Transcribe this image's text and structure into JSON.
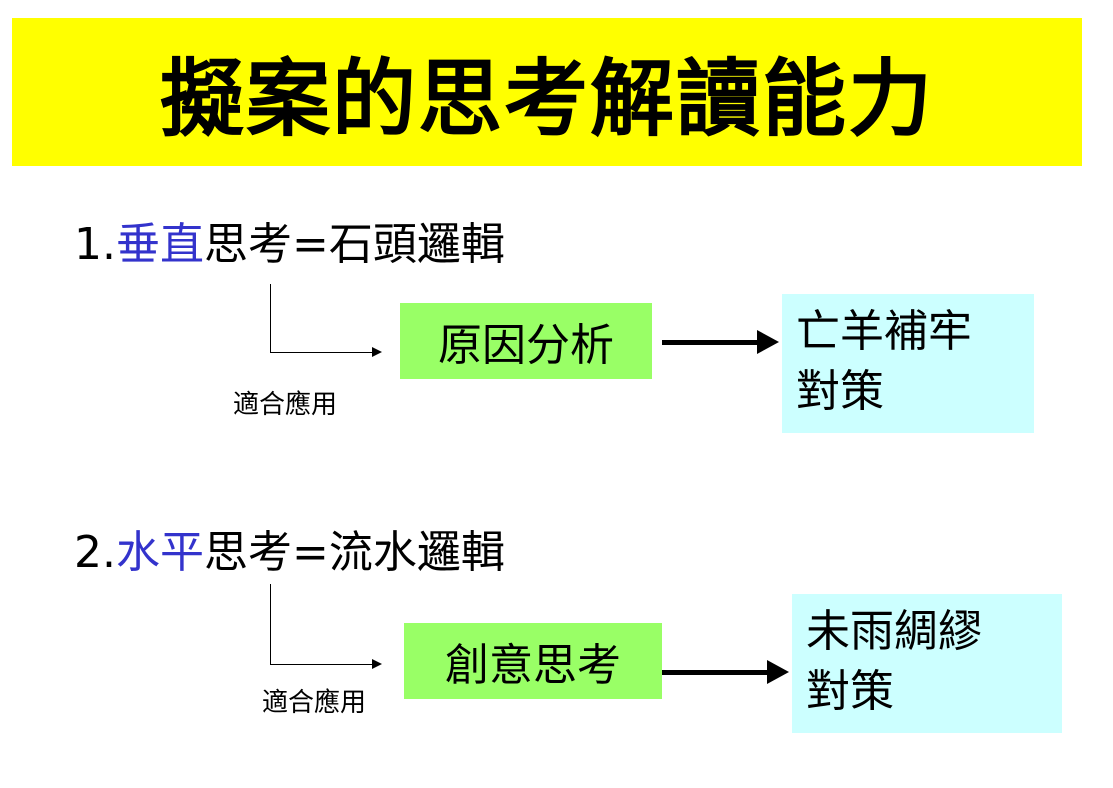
{
  "title": "擬案的思考解讀能力",
  "sections": [
    {
      "number": "1.",
      "highlight": "垂直",
      "rest": "思考=石頭邏輯",
      "apply_label": "適合應用",
      "green_box": "原因分析",
      "cyan_box": [
        "亡羊補牢",
        "對策"
      ]
    },
    {
      "number": "2.",
      "highlight": "水平",
      "rest": "思考=流水邏輯",
      "apply_label": "適合應用",
      "green_box": "創意思考",
      "cyan_box": [
        "未雨綢繆",
        "對策"
      ]
    }
  ],
  "colors": {
    "banner": "#ffff00",
    "highlight_text": "#3333cc",
    "green_box": "#99ff66",
    "cyan_box": "#ccffff"
  }
}
